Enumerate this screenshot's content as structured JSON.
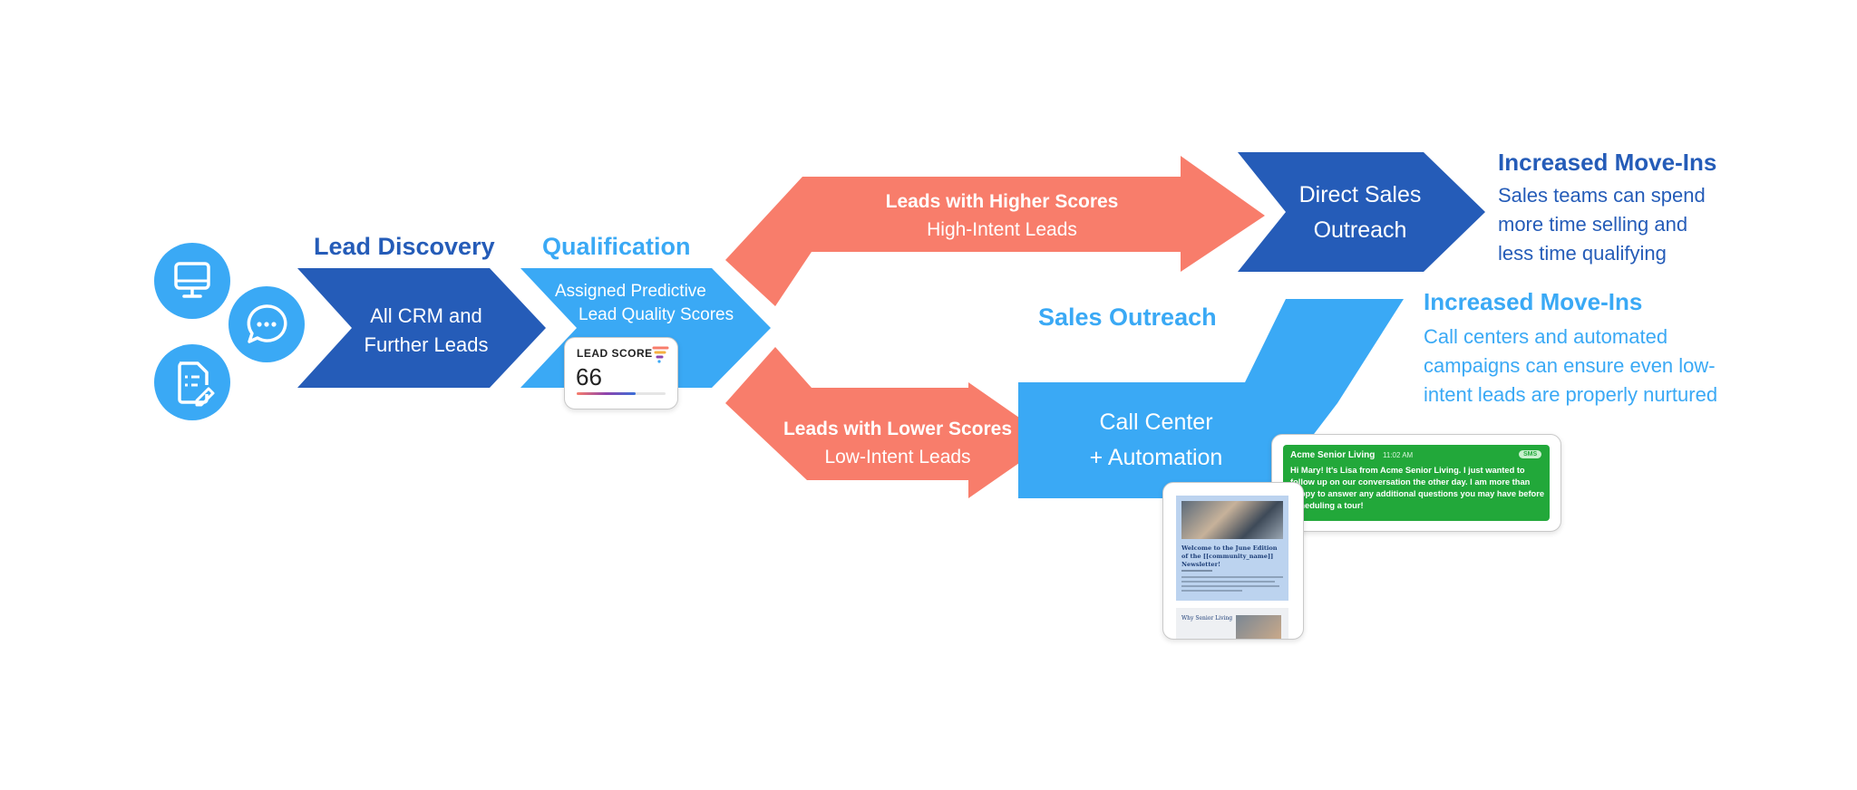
{
  "colors": {
    "dark_blue": "#255cb8",
    "light_blue": "#3aa9f5",
    "coral": "#f87d6b",
    "sms_green": "#22a83a",
    "white": "#ffffff"
  },
  "icons": [
    "monitor-icon",
    "chat-bubble-icon",
    "document-edit-icon"
  ],
  "stages": {
    "discovery": {
      "heading": "Lead Discovery",
      "line1": "All CRM and",
      "line2": "Further Leads"
    },
    "qualification": {
      "heading": "Qualification",
      "line1": "Assigned Predictive",
      "line2": "Lead Quality Scores"
    },
    "lead_score_card": {
      "label": "LEAD SCORE",
      "value": "66"
    },
    "high_path": {
      "line1": "Leads with Higher Scores",
      "line2": "High-Intent Leads"
    },
    "low_path": {
      "line1": "Leads with Lower Scores",
      "line2": "Low-Intent Leads"
    },
    "direct_sales": {
      "line1": "Direct Sales",
      "line2": "Outreach"
    },
    "sales_outreach_heading": "Sales Outreach",
    "call_center": {
      "line1": "Call Center",
      "line2": "+ Automation"
    }
  },
  "outcomes": {
    "top": {
      "heading": "Increased Move-Ins",
      "body": "Sales teams can spend more time selling and less time qualifying"
    },
    "bottom": {
      "heading": "Increased Move-Ins",
      "body": "Call centers and automated campaigns can ensure even low-intent leads are properly nurtured"
    }
  },
  "sms_card": {
    "sender": "Acme Senior Living",
    "time": "11:02 AM",
    "badge": "SMS",
    "message": "Hi Mary! It's Lisa from Acme Senior Living. I just wanted to follow up on our conversation the other day. I am more than happy to answer any additional questions you may have before scheduling a tour!"
  },
  "newsletter_card": {
    "title": "Welcome to the June Edition of the [[community_name]] Newsletter!",
    "footer": "Why Senior Living"
  }
}
